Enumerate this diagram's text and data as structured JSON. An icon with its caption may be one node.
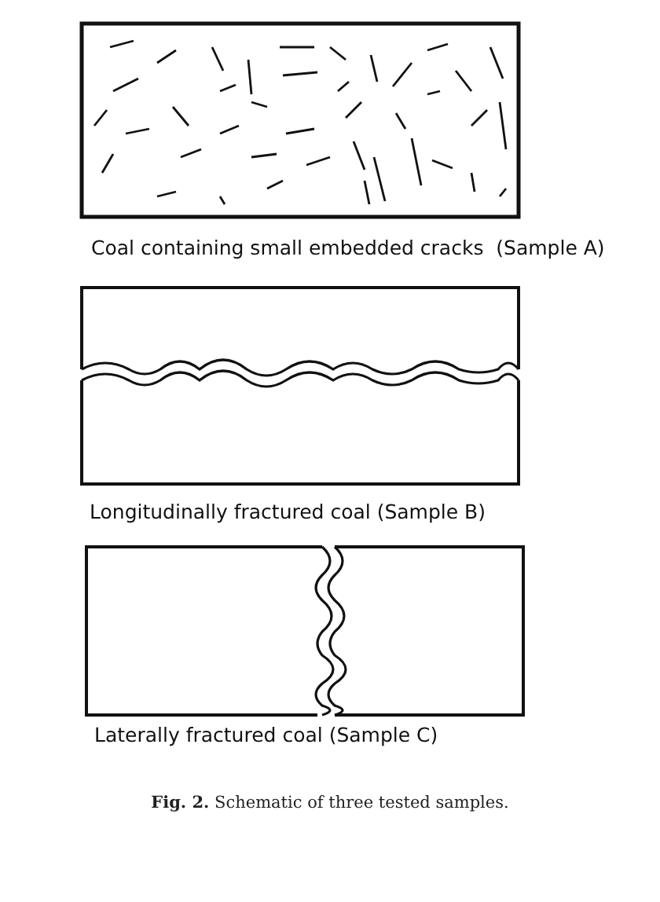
{
  "diagram": {
    "caption": "**Fig. 2.** Schematic of three tested samples.",
    "nodes": [
      {
        "text": [
          "Coal containing small embedded cracks  (Sample A)"
        ]
      },
      {
        "text": [
          "Longitudinally fractured coal (Sample B)"
        ]
      },
      {
        "text": [
          "Laterally fractured coal (Sample C)"
        ]
      }
    ],
    "edges": []
  }
}
